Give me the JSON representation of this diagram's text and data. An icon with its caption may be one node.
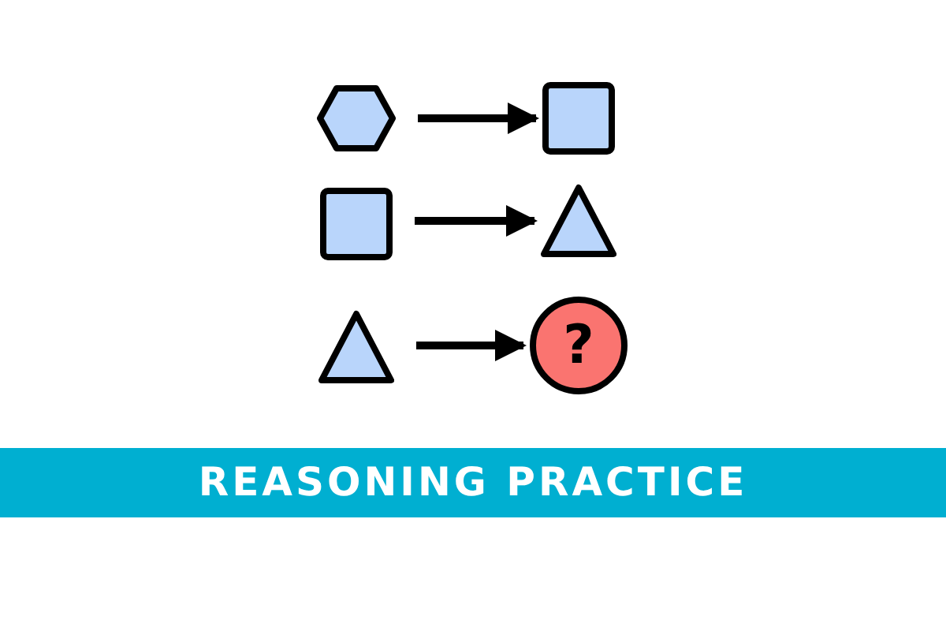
{
  "diagram": {
    "title": "REASONING PRACTICE",
    "nodes": [
      {
        "text": [],
        "shape": "hexagon"
      },
      {
        "text": [],
        "shape": "box"
      },
      {
        "text": [],
        "shape": "box"
      },
      {
        "text": [],
        "shape": "triangle"
      },
      {
        "text": [],
        "shape": "triangle"
      },
      {
        "text": [
          "?"
        ]
      }
    ],
    "edges": [
      {
        "from": 0,
        "to": 1,
        "arrow": "to"
      },
      {
        "from": 2,
        "to": 3,
        "arrow": "to"
      },
      {
        "from": 4,
        "to": 5,
        "arrow": "to"
      }
    ]
  }
}
